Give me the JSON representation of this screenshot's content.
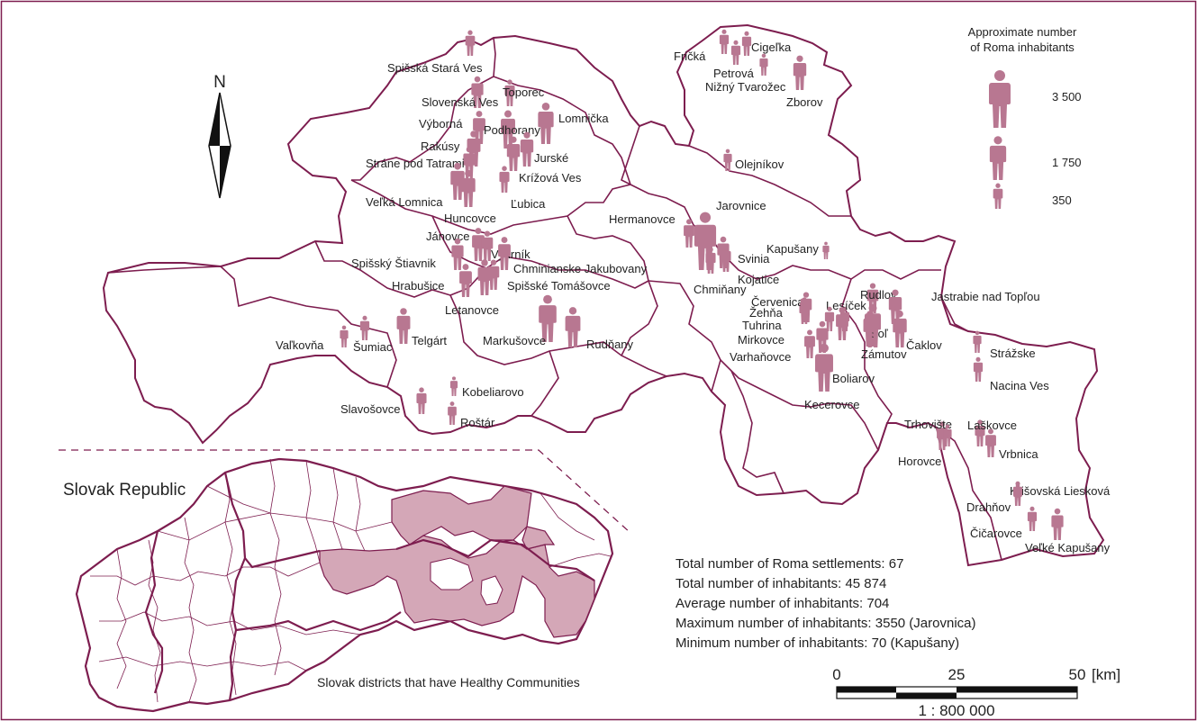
{
  "colors": {
    "border": "#7d1d4f",
    "person": "#b87791",
    "district": "#d4a7b7",
    "frame": "#7d1d4f"
  },
  "compass_label": "N",
  "legend": {
    "title_line1": "Approximate number",
    "title_line2": "of Roma inhabitants",
    "items": [
      {
        "label": "3 500",
        "value": 3500
      },
      {
        "label": "1 750",
        "value": 1750
      },
      {
        "label": "350",
        "value": 350
      }
    ]
  },
  "settlements": [
    {
      "name": "Spišská Stará Ves",
      "inhabitants": 350
    },
    {
      "name": "Slovenská Ves",
      "inhabitants": 700
    },
    {
      "name": "Toporec",
      "inhabitants": 400
    },
    {
      "name": "Lomnička",
      "inhabitants": 1500
    },
    {
      "name": "Výborná",
      "inhabitants": 800
    },
    {
      "name": "Podhorany",
      "inhabitants": 1200
    },
    {
      "name": "Rakúsy",
      "inhabitants": 1000
    },
    {
      "name": "Jurské",
      "inhabitants": 900
    },
    {
      "name": "Stráne pod Tatrami",
      "inhabitants": 700
    },
    {
      "name": "Krížová Ves",
      "inhabitants": 900
    },
    {
      "name": "Veľká Lomnica",
      "inhabitants": 1100
    },
    {
      "name": "Ľubica",
      "inhabitants": 400
    },
    {
      "name": "Huncovce",
      "inhabitants": 1100
    },
    {
      "name": "Jánovce",
      "inhabitants": 800
    },
    {
      "name": "Vydrník",
      "inhabitants": 600
    },
    {
      "name": "Spišský Štiavnik",
      "inhabitants": 700
    },
    {
      "name": "Hrabušice",
      "inhabitants": 800
    },
    {
      "name": "Spišské Tomášovce",
      "inhabitants": 600
    },
    {
      "name": "Letanovce",
      "inhabitants": 1000
    },
    {
      "name": "Chminianske Jakubovany",
      "inhabitants": 800
    },
    {
      "name": "Hermanovce",
      "inhabitants": 500
    },
    {
      "name": "Jarovnice",
      "inhabitants": 3550
    },
    {
      "name": "Svinia",
      "inhabitants": 700
    },
    {
      "name": "Chmiňany",
      "inhabitants": 400
    },
    {
      "name": "Kojatice",
      "inhabitants": 400
    },
    {
      "name": "Kapušany",
      "inhabitants": 70
    },
    {
      "name": "Fričká",
      "inhabitants": 300
    },
    {
      "name": "Petrová",
      "inhabitants": 300
    },
    {
      "name": "Cigeľka",
      "inhabitants": 300
    },
    {
      "name": "Nižný Tvarožec",
      "inhabitants": 200
    },
    {
      "name": "Zborov",
      "inhabitants": 900
    },
    {
      "name": "Olejníkov",
      "inhabitants": 200
    },
    {
      "name": "Markušovce",
      "inhabitants": 2100
    },
    {
      "name": "Rudňany",
      "inhabitants": 1400
    },
    {
      "name": "Telgárt",
      "inhabitants": 1000
    },
    {
      "name": "Šumiac",
      "inhabitants": 300
    },
    {
      "name": "Vaľkovňa",
      "inhabitants": 200
    },
    {
      "name": "Kobeliarovo",
      "inhabitants": 120
    },
    {
      "name": "Slavošovce",
      "inhabitants": 400
    },
    {
      "name": "Roštár",
      "inhabitants": 250
    },
    {
      "name": "Červenica",
      "inhabitants": 400
    },
    {
      "name": "Lesíček",
      "inhabitants": 300
    },
    {
      "name": "Žehňa",
      "inhabitants": 600
    },
    {
      "name": "Tuhrina",
      "inhabitants": 300
    },
    {
      "name": "Mirkovce",
      "inhabitants": 500
    },
    {
      "name": "Varhaňovce",
      "inhabitants": 700
    },
    {
      "name": "Kecerovce",
      "inhabitants": 2200
    },
    {
      "name": "Boliarov",
      "inhabitants": 800
    },
    {
      "name": "Rudlov",
      "inhabitants": 600
    },
    {
      "name": "Jastrabie nad Topľou",
      "inhabitants": 900
    },
    {
      "name": "Soľ",
      "inhabitants": 1000
    },
    {
      "name": "Zámutov",
      "inhabitants": 1700
    },
    {
      "name": "Čaklov",
      "inhabitants": 1100
    },
    {
      "name": "Strážske",
      "inhabitants": 200
    },
    {
      "name": "Nacina Ves",
      "inhabitants": 300
    },
    {
      "name": "Trhovište",
      "inhabitants": 500
    },
    {
      "name": "Laškovce",
      "inhabitants": 400
    },
    {
      "name": "Horovce",
      "inhabitants": 200
    },
    {
      "name": "Vrbnica",
      "inhabitants": 500
    },
    {
      "name": "Krišovská Liesková",
      "inhabitants": 200
    },
    {
      "name": "Drahňov",
      "inhabitants": 300
    },
    {
      "name": "Čičarovce",
      "inhabitants": 300
    },
    {
      "name": "Veľké Kapušany",
      "inhabitants": 700
    }
  ],
  "inset": {
    "title": "Slovak Republic",
    "caption": "Slovak districts that have Healthy Communities"
  },
  "stats": [
    "Total number of Roma settlements: 67",
    "Total number of inhabitants: 45 874",
    "Average number of inhabitants: 704",
    "Maximum number of inhabitants: 3550 (Jarovnica)",
    "Minimum number of inhabitants: 70 (Kapušany)"
  ],
  "scale": {
    "ticks": [
      "0",
      "25",
      "50"
    ],
    "unit": "[km]",
    "ratio": "1 : 800 000"
  }
}
